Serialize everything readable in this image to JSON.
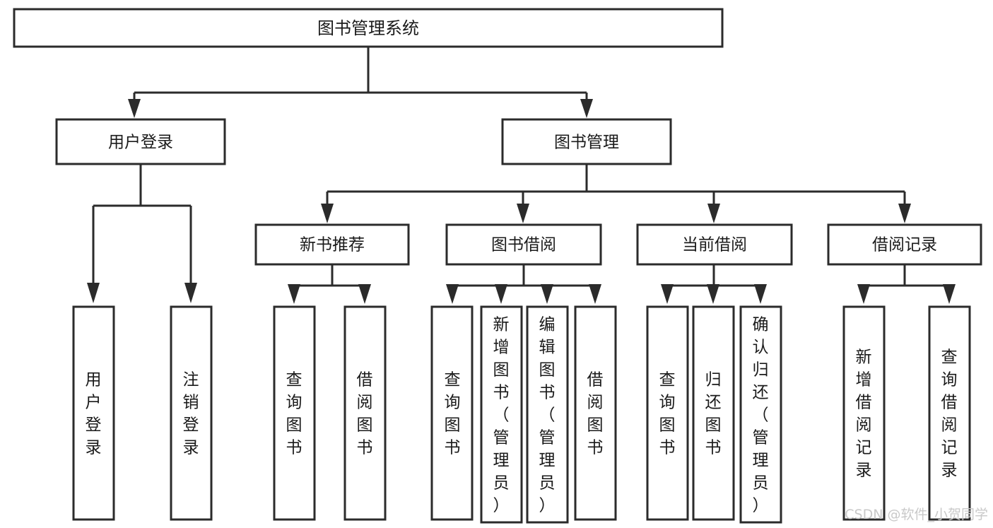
{
  "diagram": {
    "title": "图书管理系统",
    "type": "tree-hierarchy",
    "root": {
      "id": "root",
      "label": "图书管理系统"
    },
    "level2": [
      {
        "id": "user-login",
        "label": "用户登录"
      },
      {
        "id": "book-manage",
        "label": "图书管理"
      }
    ],
    "level3": [
      {
        "id": "new-book-rec",
        "label": "新书推荐",
        "parent": "book-manage"
      },
      {
        "id": "book-borrow",
        "label": "图书借阅",
        "parent": "book-manage"
      },
      {
        "id": "current-borrow",
        "label": "当前借阅",
        "parent": "book-manage"
      },
      {
        "id": "borrow-record",
        "label": "借阅记录",
        "parent": "book-manage"
      }
    ],
    "leaves": {
      "user-login": [
        {
          "id": "leaf-user-login",
          "label": "用户登录"
        },
        {
          "id": "leaf-user-logout",
          "label": "注销登录"
        }
      ],
      "new-book-rec": [
        {
          "id": "leaf-query-book-1",
          "label": "查询图书"
        },
        {
          "id": "leaf-borrow-book-1",
          "label": "借阅图书"
        }
      ],
      "book-borrow": [
        {
          "id": "leaf-query-book-2",
          "label": "查询图书"
        },
        {
          "id": "leaf-add-book",
          "label": "新增图书（管理员）"
        },
        {
          "id": "leaf-edit-book",
          "label": "编辑图书（管理员）"
        },
        {
          "id": "leaf-borrow-book-2",
          "label": "借阅图书"
        }
      ],
      "current-borrow": [
        {
          "id": "leaf-query-book-3",
          "label": "查询图书"
        },
        {
          "id": "leaf-return-book",
          "label": "归还图书"
        },
        {
          "id": "leaf-confirm-return",
          "label": "确认归还（管理员）"
        }
      ],
      "borrow-record": [
        {
          "id": "leaf-add-record",
          "label": "新增借阅记录"
        },
        {
          "id": "leaf-query-record",
          "label": "查询借阅记录"
        }
      ]
    }
  },
  "watermark": {
    "text": "CSDN @软件_小贺同学"
  },
  "colors": {
    "stroke": "#2b2b2b",
    "fill": "#ffffff",
    "text": "#1a1a1a",
    "watermark": "#c9c9c9"
  }
}
